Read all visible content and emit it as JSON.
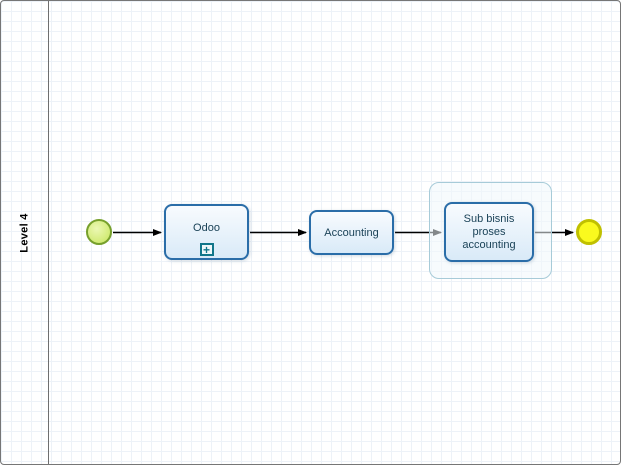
{
  "diagram": {
    "lane": {
      "label": "Level 4"
    },
    "nodes": {
      "start_event": {
        "kind": "start-event"
      },
      "odoo": {
        "label": "Odoo",
        "marker": "+",
        "kind": "collapsed-subprocess"
      },
      "accounting": {
        "label": "Accounting",
        "kind": "task"
      },
      "sub_process": {
        "label": "Sub bisnis proses accounting",
        "kind": "task-in-group"
      },
      "end_event": {
        "kind": "end-event"
      }
    },
    "flows": [
      {
        "from": "start_event",
        "to": "odoo"
      },
      {
        "from": "odoo",
        "to": "accounting"
      },
      {
        "from": "accounting",
        "to": "sub_process"
      },
      {
        "from": "sub_process",
        "to": "end_event"
      }
    ]
  },
  "colors": {
    "task_border": "#2a6da8",
    "task_fill_top": "#f8fbfe",
    "task_fill_bottom": "#d9eaf8",
    "task_text": "#1b4358",
    "marker_border": "#11768a",
    "group_border": "#a7cbd8",
    "start_fill": "#d0ea72",
    "start_border": "#77a02c",
    "end_fill": "#fafa1e",
    "end_border": "#c0c000",
    "flow_color": "#000000",
    "grid_line": "#edf2f8",
    "grid_line_major": "#e1e9f2"
  }
}
